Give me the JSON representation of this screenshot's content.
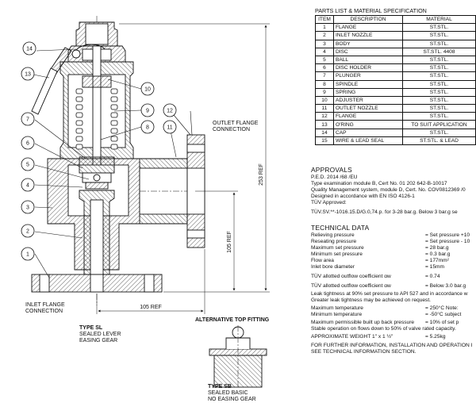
{
  "drawing": {
    "balloons": [
      "1",
      "2",
      "3",
      "4",
      "5",
      "6",
      "7",
      "8",
      "9",
      "10",
      "11",
      "12",
      "13",
      "14"
    ],
    "outlet_flange_label": [
      "OUTLET FLANGE",
      "CONNECTION"
    ],
    "inlet_flange_label": [
      "INLET FLANGE",
      "CONNECTION"
    ],
    "dim_253": "253 REF",
    "dim_105_vertical": "105 REF",
    "dim_105_horizontal": "105 REF",
    "alt_top_fitting_title": "ALTERNATIVE TOP FITTING",
    "type_sl": {
      "title": "TYPE SL",
      "line1": "SEALED LEVER",
      "line2": "EASING GEAR"
    },
    "type_sb": {
      "title": "TYPE SB",
      "line1": "SEALED BASIC",
      "line2": "NO EASING GEAR"
    }
  },
  "parts": {
    "title": "PARTS LIST & MATERIAL SPECIFICATION",
    "headers": [
      "ITEM",
      "DESCRIPTION",
      "MATERIAL"
    ],
    "rows": [
      [
        "1",
        "FLANGE",
        "ST.STL."
      ],
      [
        "2",
        "INLET NOZZLE",
        "ST.STL."
      ],
      [
        "3",
        "BODY",
        "ST.STL."
      ],
      [
        "4",
        "DISC",
        "ST.STL. 4408"
      ],
      [
        "5",
        "BALL",
        "ST.STL."
      ],
      [
        "6",
        "DISC HOLDER",
        "ST.STL."
      ],
      [
        "7",
        "PLUNGER",
        "ST.STL."
      ],
      [
        "8",
        "SPINDLE",
        "ST.STL."
      ],
      [
        "9",
        "SPRING",
        "ST.STL."
      ],
      [
        "10",
        "ADJUSTER",
        "ST.STL."
      ],
      [
        "11",
        "OUTLET NOZZLE",
        "ST.STL."
      ],
      [
        "12",
        "FLANGE",
        "ST.STL."
      ],
      [
        "13",
        "O'RING",
        "TO SUIT APPLICATION"
      ],
      [
        "14",
        "CAP",
        "ST.STL."
      ],
      [
        "15",
        "WIRE & LEAD SEAL",
        "ST.STL. & LEAD"
      ]
    ]
  },
  "approvals": {
    "title": "APPROVALS",
    "lines": [
      "P.E.D. 2014 /68 /EU",
      "Type examination module B, Cert No. 01 202 642-B-10017",
      "Quality Management system, module D, Cert. No. COV0812369 /0",
      "Designed in accordance with EN ISO 4126-1",
      "TÜV Approved:",
      "TÜV.SV.**-1016.15.D/G.0,74.p. for 3-28 bar.g. Below 3 bar.g se"
    ]
  },
  "technical": {
    "title": "TECHNICAL DATA",
    "rows": [
      [
        "Relieving pressure",
        "= Set pressure +10"
      ],
      [
        "Reseating pressure",
        "= Set pressure - 10"
      ],
      [
        "Maximum set pressure",
        "= 28 bar.g"
      ],
      [
        "Minimum set pressure",
        "= 0.3 bar.g"
      ],
      [
        "Flow area",
        "= 177mm²"
      ],
      [
        "Inlet bore diameter",
        "= 15mm"
      ],
      [
        "TÜV allotted outflow coefficient αw",
        "= 0.74"
      ],
      [
        "TÜV allotted outflow coefficient αw",
        "= Below 3.0 bar.g"
      ]
    ],
    "leak_lines": [
      "Leak tightness at 90% set pressure to API 527 and in accordance w",
      "Greater leak tightness may be achieved on request."
    ],
    "temp_rows": [
      [
        "Maximum temperature",
        "= 250°C    Note:"
      ],
      [
        "Minimum temperature",
        "= -50°C    subject"
      ],
      [
        "Maximum permissible built up back pressure",
        "= 10%      of set p"
      ]
    ],
    "stable_line": "Stable operation on flows down to 50% of valve rated capacity.",
    "weight": [
      "APPROXIMATE WEIGHT 1\" x 1 ½\"",
      "= 5.25kg"
    ],
    "footer_lines": [
      "FOR FURTHER INFORMATION, INSTALLATION AND OPERATION I",
      "SEE TECHNICAL INFORMATION SECTION."
    ]
  }
}
